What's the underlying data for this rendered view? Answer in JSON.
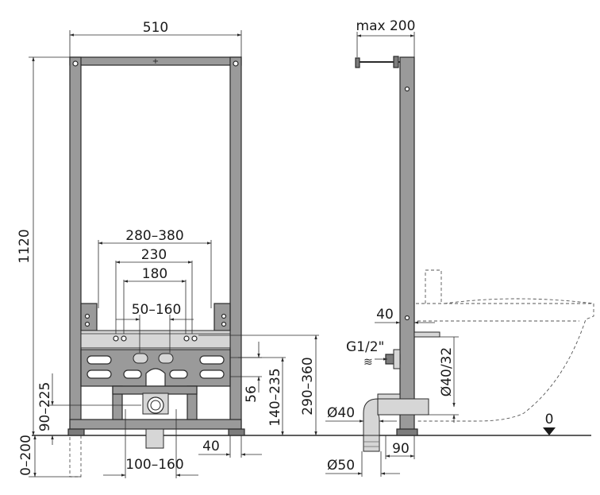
{
  "dimensions": {
    "frame_width": "510",
    "frame_height": "1120",
    "range_280_380": "280–380",
    "width_230": "230",
    "width_180": "180",
    "range_50_160": "50–160",
    "range_90_225": "90–225",
    "range_0_200": "0–200",
    "range_100_160": "100–160",
    "offset_40_front": "40",
    "height_56": "56",
    "range_140_235": "140–235",
    "range_290_360": "290–360",
    "max_200": "max 200",
    "offset_40_side": "40",
    "thread_g12": "G1/2\"",
    "diameter_40_32": "Ø40/32",
    "diameter_40": "Ø40",
    "diameter_50": "Ø50",
    "offset_90": "90",
    "floor_zero": "0"
  },
  "colors": {
    "frame": "#9a9a9a",
    "line": "#2a2a2a"
  }
}
